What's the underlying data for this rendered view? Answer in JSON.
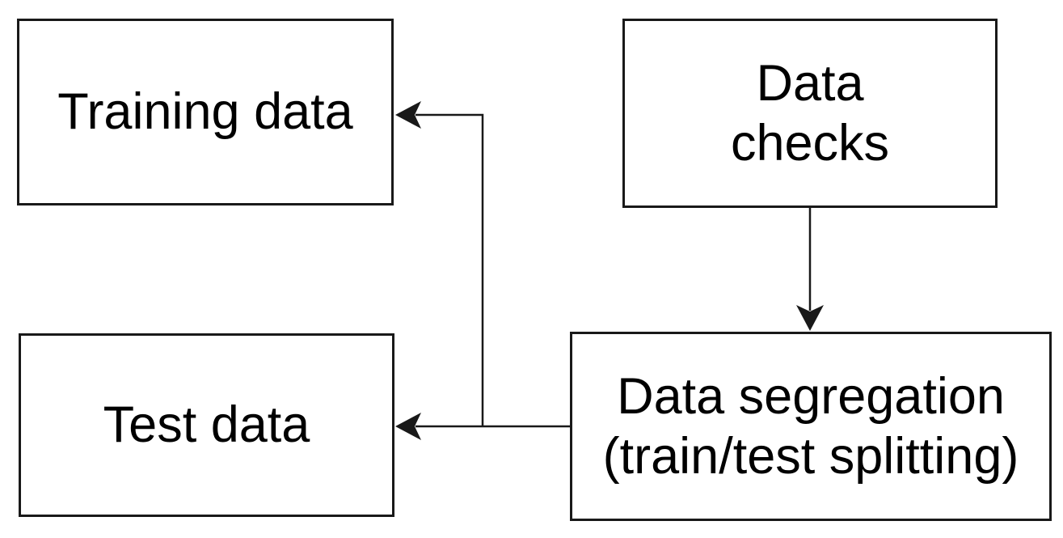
{
  "diagram": {
    "type": "flowchart",
    "colors": {
      "background": "#ffffff",
      "box_border": "#191919",
      "text": "#000000",
      "connector": "#191919"
    },
    "nodes": {
      "training_data": {
        "label": "Training data"
      },
      "data_checks": {
        "label": "Data\nchecks"
      },
      "test_data": {
        "label": "Test data"
      },
      "data_segregation": {
        "label": "Data segregation\n(train/test splitting)"
      }
    },
    "edges": [
      {
        "from": "Data checks",
        "to": "Data segregation (train/test splitting)",
        "arrow": "down"
      },
      {
        "from": "Data segregation (train/test splitting)",
        "to": "Training data",
        "arrow": "left"
      },
      {
        "from": "Data segregation (train/test splitting)",
        "to": "Test data",
        "arrow": "left"
      }
    ]
  }
}
